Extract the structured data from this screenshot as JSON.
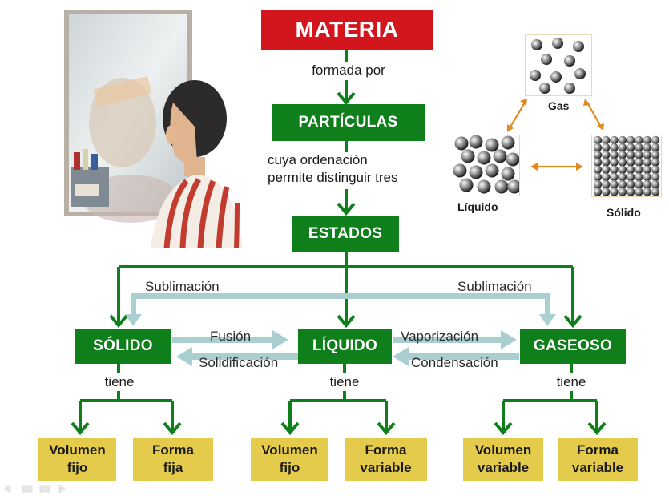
{
  "title": "MATERIA",
  "connectors": {
    "formada_por": "formada por",
    "ordenacion_line1": "cuya ordenación",
    "ordenacion_line2": "permite distinguir tres"
  },
  "nodes": {
    "particulas": "PARTÍCULAS",
    "estados": "ESTADOS",
    "solido": "SÓLIDO",
    "liquido": "LÍQUIDO",
    "gaseoso": "GASEOSO"
  },
  "transitions": {
    "sublimacion_left": "Sublimación",
    "sublimacion_right": "Sublimación",
    "fusion": "Fusión",
    "solidificacion": "Solidificación",
    "vaporizacion": "Vaporización",
    "condensacion": "Condensación"
  },
  "tiene": [
    "tiene",
    "tiene",
    "tiene"
  ],
  "properties": [
    {
      "l1": "Volumen",
      "l2": "fijo"
    },
    {
      "l1": "Forma",
      "l2": "fija"
    },
    {
      "l1": "Volumen",
      "l2": "fijo"
    },
    {
      "l1": "Forma",
      "l2": "variable"
    },
    {
      "l1": "Volumen",
      "l2": "variable"
    },
    {
      "l1": "Forma",
      "l2": "variable"
    }
  ],
  "particle_diagram": {
    "gas": "Gas",
    "liquido": "Líquido",
    "solido": "Sólido"
  },
  "colors": {
    "green_box": "#0f7f1c",
    "red_box": "#d3161e",
    "yellow_box": "#e5cb4b",
    "light_arrow": "#a9cfd0",
    "orange_arrow": "#e08a20"
  }
}
